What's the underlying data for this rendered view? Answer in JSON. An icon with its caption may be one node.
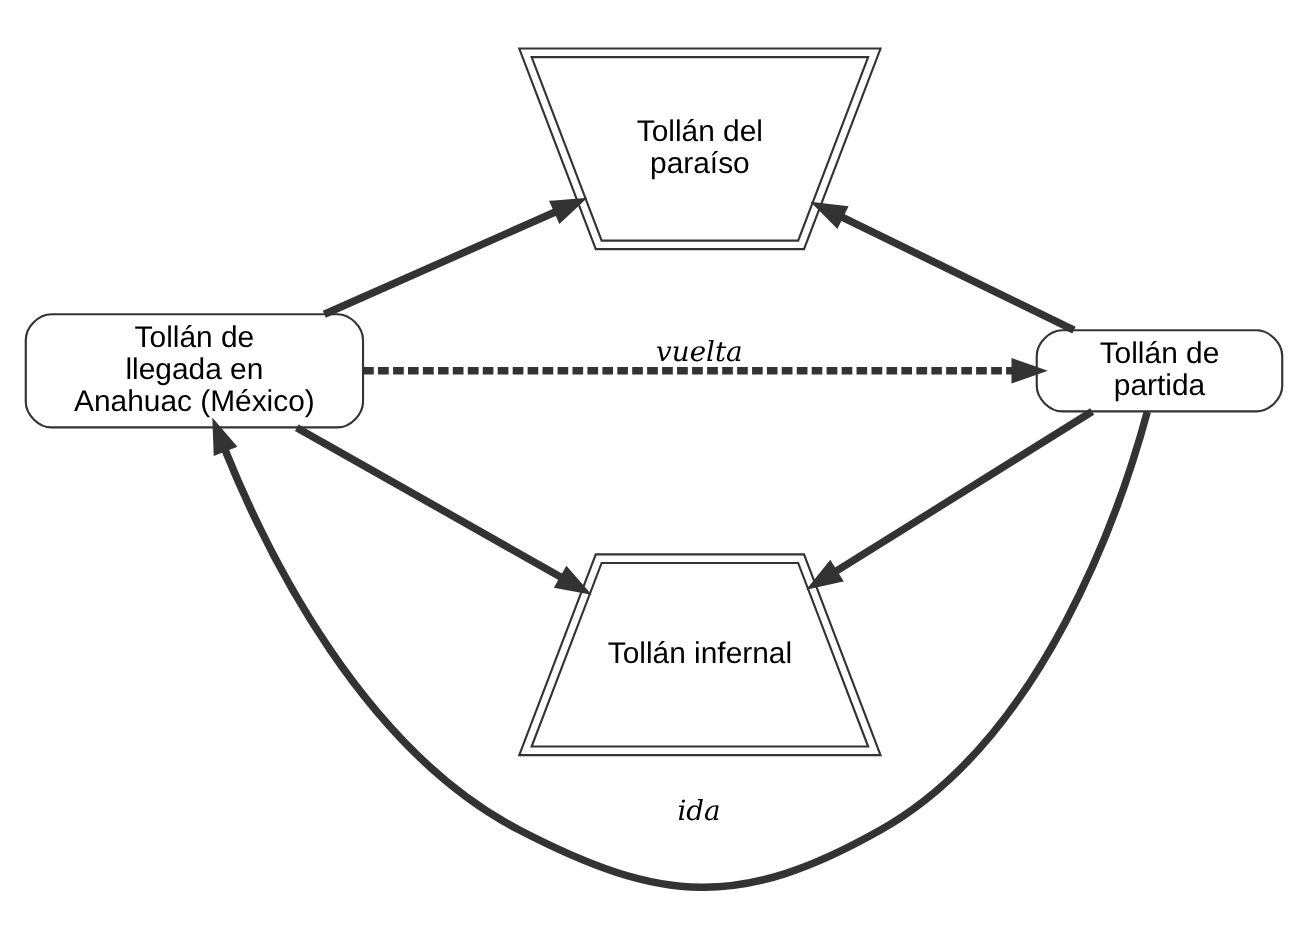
{
  "diagram": {
    "nodes": [
      {
        "text": [
          "Tollán del paraíso"
        ]
      },
      {
        "text": [
          "Tollán de llegada en Anahuac (México)"
        ]
      },
      {
        "text": [
          "Tollán de partida"
        ]
      },
      {
        "text": [
          "Tollán infernal"
        ]
      }
    ],
    "edges": [
      {
        "from": 2,
        "to": 1,
        "arrow": "to",
        "label": "ida"
      },
      {
        "from": 1,
        "to": 2,
        "arrow": "to",
        "label": "vuelta",
        "style": "dashed"
      },
      {
        "from": 1,
        "to": 0,
        "arrow": "to"
      },
      {
        "from": 2,
        "to": 0,
        "arrow": "to"
      },
      {
        "from": 1,
        "to": 3,
        "arrow": "to"
      },
      {
        "from": 2,
        "to": 3,
        "arrow": "to"
      }
    ]
  }
}
